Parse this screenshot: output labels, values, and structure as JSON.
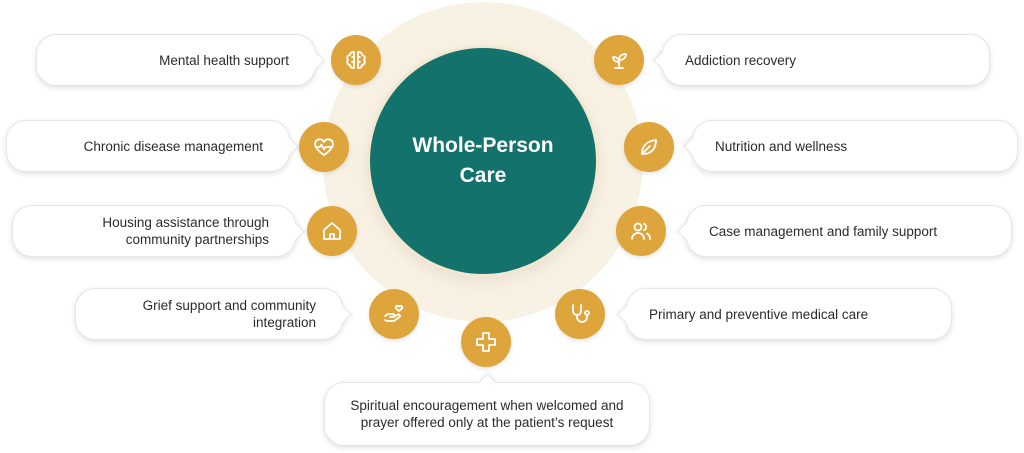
{
  "center": {
    "title": "Whole-Person\nCare"
  },
  "services": [
    {
      "label": "Mental health support",
      "icon": "brain-icon"
    },
    {
      "label": "Chronic disease management",
      "icon": "heart-pulse-icon"
    },
    {
      "label": "Housing assistance through community partnerships",
      "icon": "home-icon"
    },
    {
      "label": "Grief support and community integration",
      "icon": "hand-heart-icon"
    },
    {
      "label": "Spiritual encouragement when welcomed and prayer offered only at the patient’s request",
      "icon": "plus-icon"
    },
    {
      "label": "Addiction recovery",
      "icon": "sprout-icon"
    },
    {
      "label": "Nutrition and wellness",
      "icon": "leaf-icon"
    },
    {
      "label": "Case management and family support",
      "icon": "users-icon"
    },
    {
      "label": "Primary and preventive medical care",
      "icon": "stethoscope-icon"
    }
  ],
  "colors": {
    "teal": "#13736c",
    "gold": "#dea53c",
    "halo": "#f6eedd"
  }
}
